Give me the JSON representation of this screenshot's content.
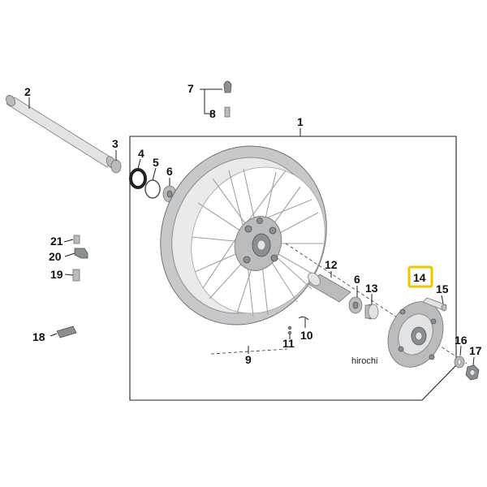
{
  "callouts": [
    {
      "id": "1",
      "label": "1"
    },
    {
      "id": "2",
      "label": "2"
    },
    {
      "id": "3",
      "label": "3"
    },
    {
      "id": "4",
      "label": "4"
    },
    {
      "id": "5",
      "label": "5"
    },
    {
      "id": "6a",
      "label": "6"
    },
    {
      "id": "6b",
      "label": "6"
    },
    {
      "id": "7",
      "label": "7"
    },
    {
      "id": "8",
      "label": "8"
    },
    {
      "id": "9",
      "label": "9"
    },
    {
      "id": "10",
      "label": "10"
    },
    {
      "id": "11",
      "label": "11"
    },
    {
      "id": "12",
      "label": "12"
    },
    {
      "id": "13",
      "label": "13"
    },
    {
      "id": "14",
      "label": "14"
    },
    {
      "id": "15",
      "label": "15"
    },
    {
      "id": "16",
      "label": "16"
    },
    {
      "id": "17",
      "label": "17"
    },
    {
      "id": "18",
      "label": "18"
    },
    {
      "id": "19",
      "label": "19"
    },
    {
      "id": "20",
      "label": "20"
    },
    {
      "id": "21",
      "label": "21"
    }
  ],
  "highlighted_callout": "14",
  "watermark": "hirochi",
  "colors": {
    "highlight": "#f2c400",
    "frame": "#222222",
    "metal": "#b9bbbd"
  }
}
